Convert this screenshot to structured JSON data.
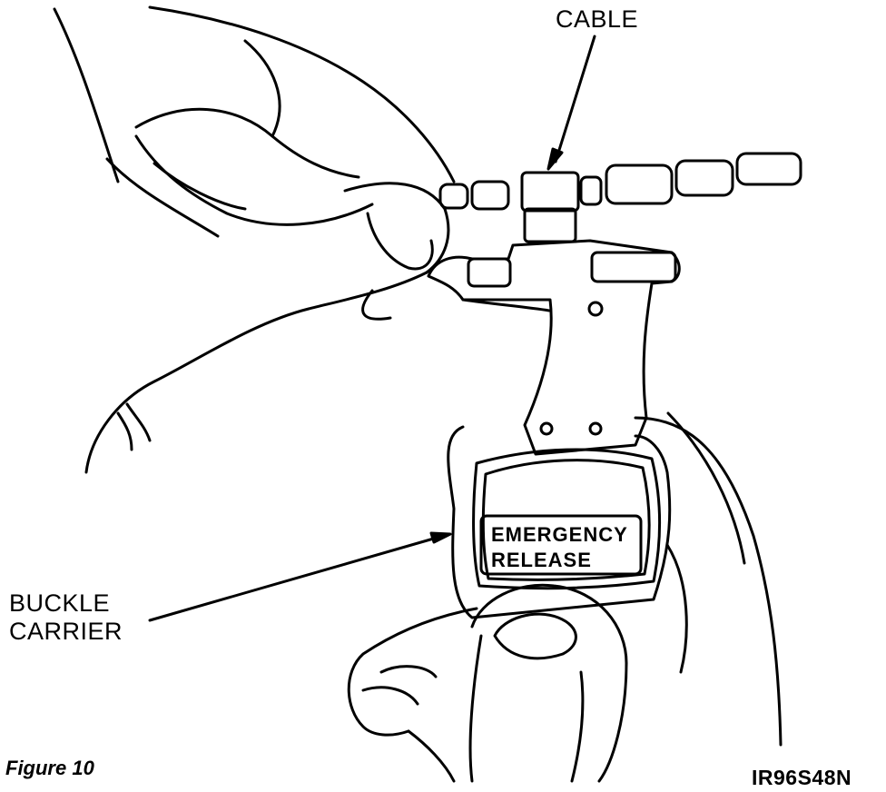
{
  "labels": {
    "cable": "CABLE",
    "buckle_line1": "BUCKLE",
    "buckle_line2": "CARRIER",
    "button_line1": "EMERGENCY",
    "button_line2": "RELEASE"
  },
  "caption": "Figure 10",
  "figure_code": "IR96S48N"
}
